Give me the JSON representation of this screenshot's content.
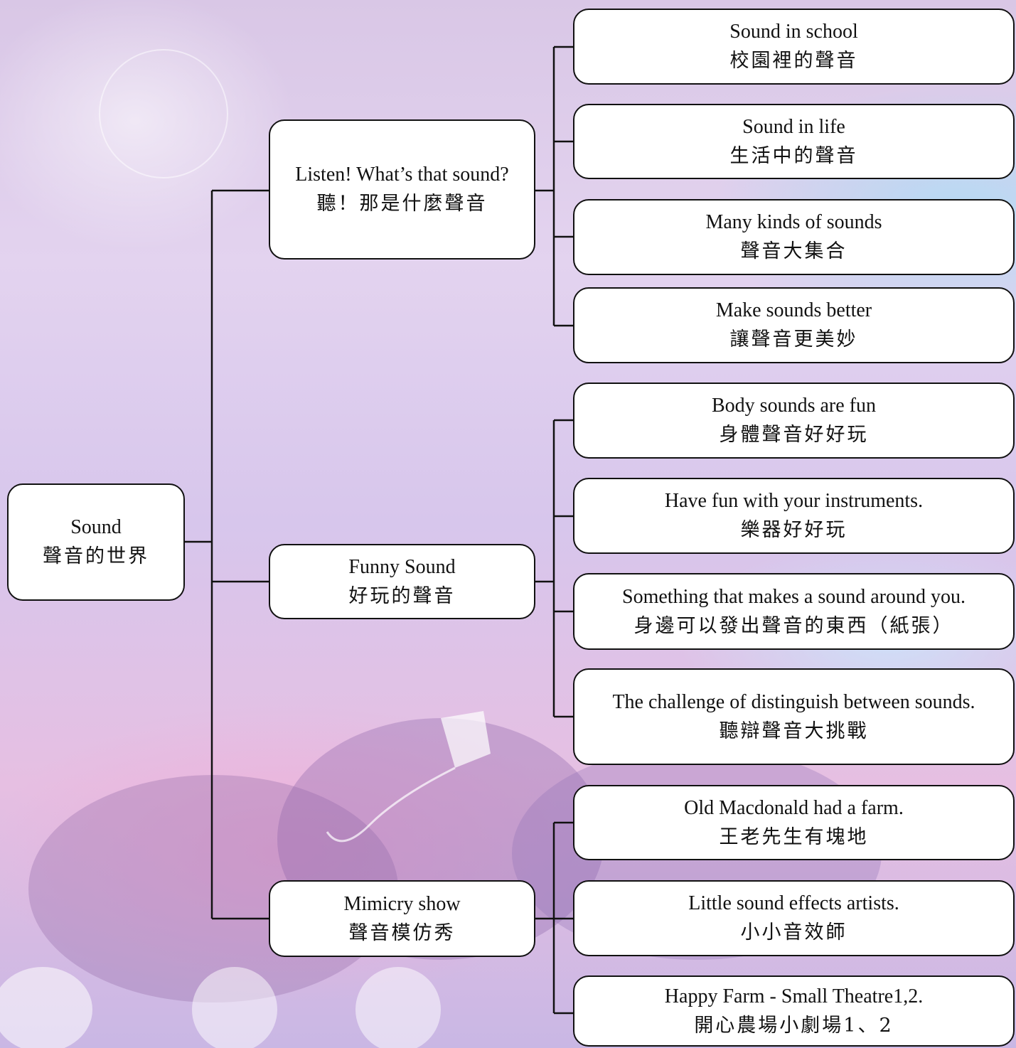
{
  "root": {
    "en": "Sound",
    "zh": "聲音的世界"
  },
  "topics": [
    {
      "en": "Listen! What’s that sound?",
      "zh": "聽！那是什麼聲音",
      "children": [
        {
          "en": "Sound in school",
          "zh": "校園裡的聲音"
        },
        {
          "en": "Sound in life",
          "zh": "生活中的聲音"
        },
        {
          "en": "Many kinds of sounds",
          "zh": "聲音大集合"
        },
        {
          "en": "Make sounds better",
          "zh": "讓聲音更美妙"
        }
      ]
    },
    {
      "en": "Funny Sound",
      "zh": "好玩的聲音",
      "children": [
        {
          "en": "Body sounds are fun",
          "zh": "身體聲音好好玩"
        },
        {
          "en": "Have fun with your instruments.",
          "zh": "樂器好好玩"
        },
        {
          "en": "Something that makes a sound around you.",
          "zh": "身邊可以發出聲音的東西（紙張）"
        },
        {
          "en": "The challenge of distinguish between sounds.",
          "zh": "聽辯聲音大挑戰"
        }
      ]
    },
    {
      "en": "Mimicry show",
      "zh": "聲音模仿秀",
      "children": [
        {
          "en": "Old Macdonald had a farm.",
          "zh": "王老先生有塊地"
        },
        {
          "en": "Little sound effects artists.",
          "zh": "小小音效師"
        },
        {
          "en": "Happy Farm - Small Theatre1,2.",
          "zh": "開心農場小劇場1、2"
        }
      ]
    }
  ]
}
